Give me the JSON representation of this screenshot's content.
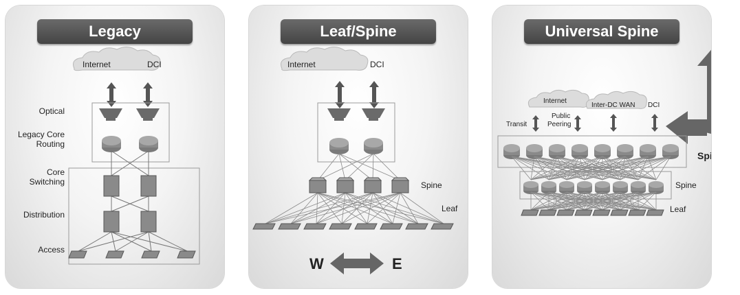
{
  "legacy": {
    "title": "Legacy",
    "internet": "Internet",
    "dci": "DCI",
    "optical": "Optical",
    "core_routing_1": "Legacy Core",
    "core_routing_2": "Routing",
    "core_switching_1": "Core",
    "core_switching_2": "Switching",
    "distribution": "Distribution",
    "access": "Access"
  },
  "leafspine": {
    "title": "Leaf/Spine",
    "internet": "Internet",
    "dci": "DCI",
    "spine": "Spine",
    "leaf": "Leaf",
    "west": "W",
    "east": "E"
  },
  "universal": {
    "title": "Universal Spine",
    "internet": "Internet",
    "inter_dc_wan": "Inter-DC WAN",
    "dci": "DCI",
    "transit": "Transit",
    "public_1": "Public",
    "public_2": "Peering",
    "spine_big": "Spine",
    "spine": "Spine",
    "leaf": "Leaf"
  }
}
